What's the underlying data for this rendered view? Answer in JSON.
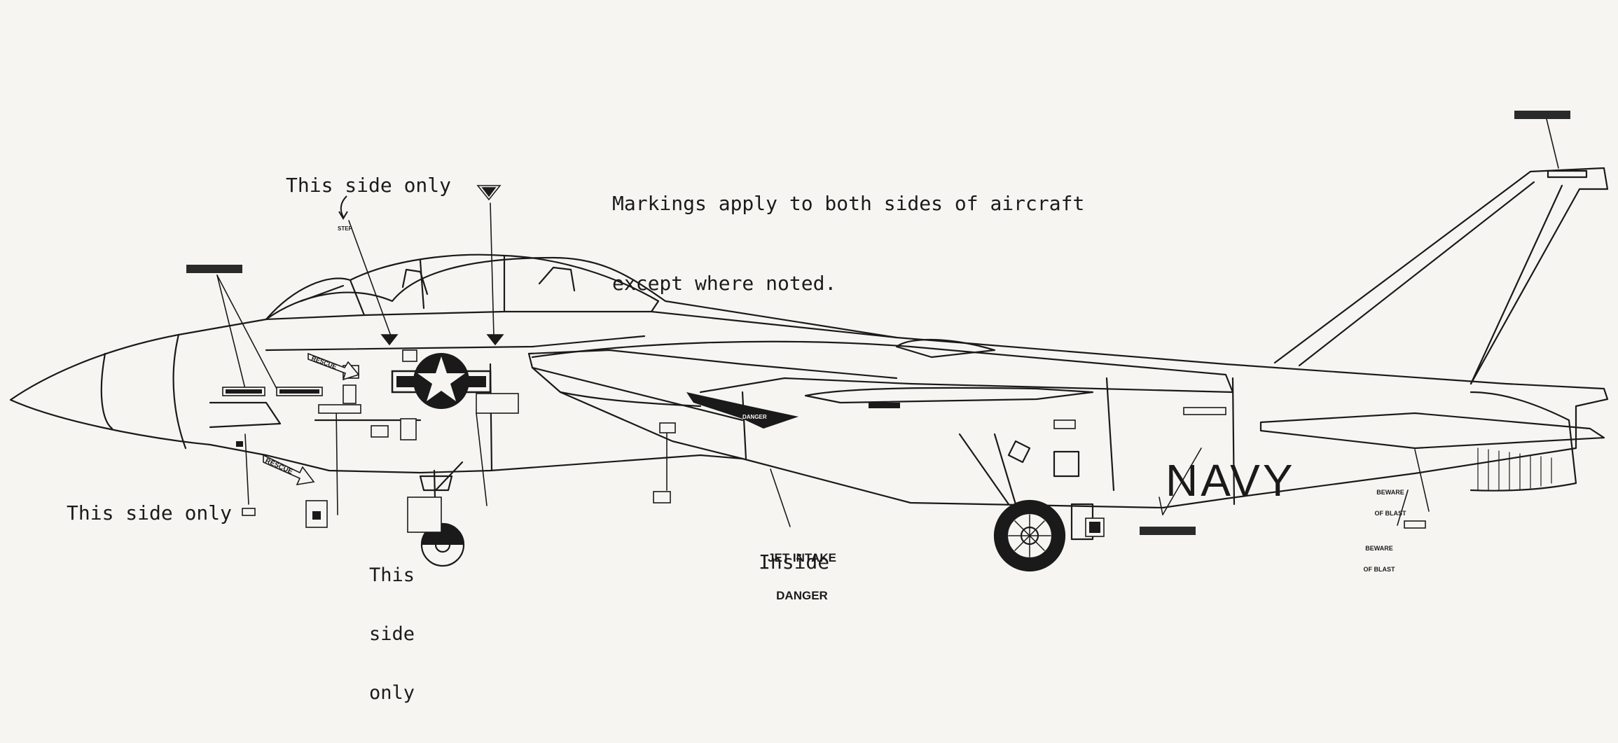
{
  "header_note": {
    "line1": "Markings apply to both sides of aircraft",
    "line2": "except where noted."
  },
  "notes": {
    "this_side_only_top": "This side only",
    "this_side_only_left": "This side only",
    "this_side_only_stack": [
      "This",
      "side",
      "only"
    ]
  },
  "intake_warning": {
    "line1": "JET INTAKE",
    "line2": "DANGER",
    "inside": "Inside"
  },
  "fuselage_markings": {
    "navy": "NAVY",
    "rescue_front": "RESCUE",
    "rescue_lower": "RESCUE",
    "step_top": "STEP",
    "danger": "DANGER"
  },
  "blast_warnings": {
    "upper": [
      "BEWARE",
      "OF BLAST"
    ],
    "lower": [
      "BEWARE",
      "OF BLAST"
    ]
  },
  "colors": {
    "paper": "#f6f5f2",
    "ink": "#1a1a1a",
    "stripe": "#2a2a2a"
  }
}
